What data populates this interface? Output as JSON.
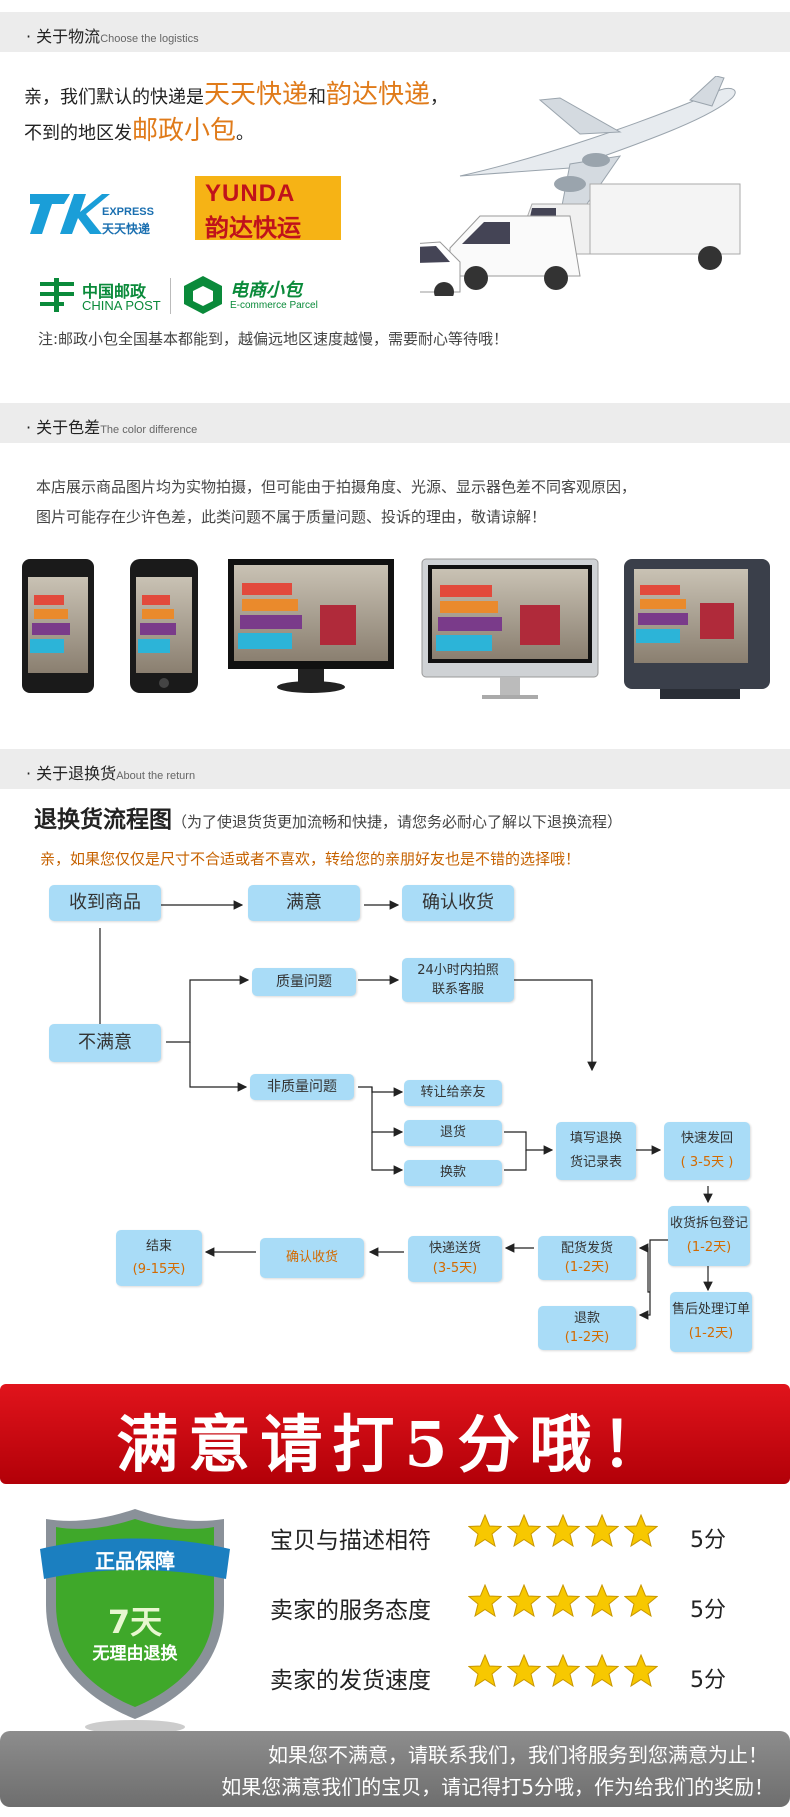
{
  "logistics": {
    "title_cn": "关于物流",
    "title_en": "Choose the logistics",
    "line1_prefix": "亲，我们默认的快递是",
    "line1_brand1": "天天快递",
    "line1_and": "和",
    "line1_brand2": "韵达快递",
    "line1_suffix": "，",
    "line2_prefix": "不到的地区发",
    "line2_brand": "邮政小包",
    "line2_suffix": "。",
    "tt_logo_en": "EXPRESS",
    "tt_logo_cn": "天天快递",
    "yunda_en": "YUNDA",
    "yunda_cn": "韵达快运",
    "chinapost_cn": "中国邮政",
    "chinapost_en": "CHINA POST",
    "ecom_cn": "电商小包",
    "ecom_en": "E-commerce Parcel",
    "note": "注:邮政小包全国基本都能到，越偏远地区速度越慢，需要耐心等待哦！"
  },
  "color_diff": {
    "title_cn": "关于色差",
    "title_en": "The color difference",
    "para1": "本店展示商品图片均为实物拍摄，但可能由于拍摄角度、光源、显示器色差不同客观原因，",
    "para2": "图片可能存在少许色差，此类问题不属于质量问题、投诉的理由，敬请谅解！"
  },
  "returns": {
    "title_cn": "关于退换货",
    "title_en": "About the return",
    "flow_title": "退换货流程图",
    "flow_sub": "（为了使退货货更加流畅和快捷，请您务必耐心了解以下退换流程）",
    "note": "亲，如果您仅仅是尺寸不合适或者不喜欢，转给您的亲朋好友也是不错的选择哦！",
    "nodes": {
      "received": "收到商品",
      "satisfied": "满意",
      "confirm": "确认收货",
      "unsatisfied": "不满意",
      "quality": "质量问题",
      "photo1": "24小时内拍照",
      "photo2": "联系客服",
      "non_quality": "非质量问题",
      "transfer": "转让给亲友",
      "return": "退货",
      "exchange": "换款",
      "fill1": "填写退换",
      "fill2": "货记录表",
      "send_back": "快速发回",
      "send_back_days": "( 3-5天 )",
      "register": "收货拆包登记",
      "register_days": "(1-2天)",
      "after_sale": "售后处理订单",
      "after_sale_days": "(1-2天)",
      "reship": "配货发货",
      "reship_days": "(1-2天)",
      "refund": "退款",
      "refund_days": "(1-2天)",
      "express": "快递送货",
      "express_days": "(3-5天)",
      "confirm2": "确认收货",
      "end": "结束",
      "end_days": "(9-15天)"
    }
  },
  "banner": {
    "text": "满意请打5分哦！"
  },
  "shield": {
    "line1": "正品保障",
    "line2": "7天",
    "line3": "无理由退换"
  },
  "ratings": [
    {
      "label": "宝贝与描述相符",
      "stars": 5,
      "score": "5分"
    },
    {
      "label": "卖家的服务态度",
      "stars": 5,
      "score": "5分"
    },
    {
      "label": "卖家的发货速度",
      "stars": 5,
      "score": "5分"
    }
  ],
  "footer": {
    "line1": "如果您不满意，请联系我们，我们将服务到您满意为止！",
    "line2": "如果您满意我们的宝贝，请记得打5分哦，作为给我们的奖励！"
  }
}
